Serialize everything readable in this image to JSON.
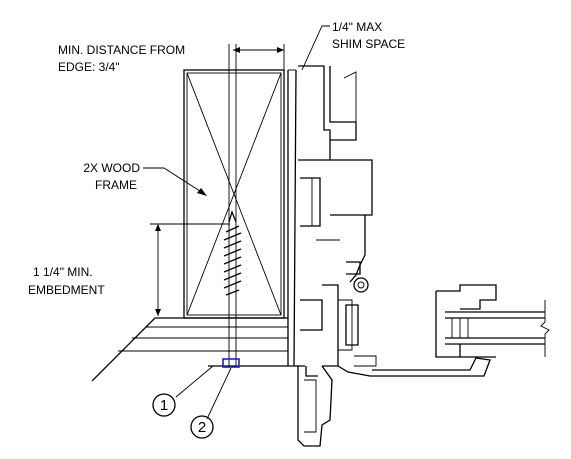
{
  "labels": {
    "min_distance_line1": "MIN. DISTANCE FROM",
    "min_distance_line2": "EDGE: 3/4\"",
    "shim_line1": "1/4\" MAX",
    "shim_line2": "SHIM SPACE",
    "wood_line1": "2X WOOD",
    "wood_line2": "FRAME",
    "embed_line1": "1 1/4\" MIN.",
    "embed_line2": "EMBEDMENT"
  },
  "callouts": {
    "callout_1": "1",
    "callout_2": "2"
  },
  "colors": {
    "line": "#000000",
    "sealant": "#1e1ec8"
  }
}
